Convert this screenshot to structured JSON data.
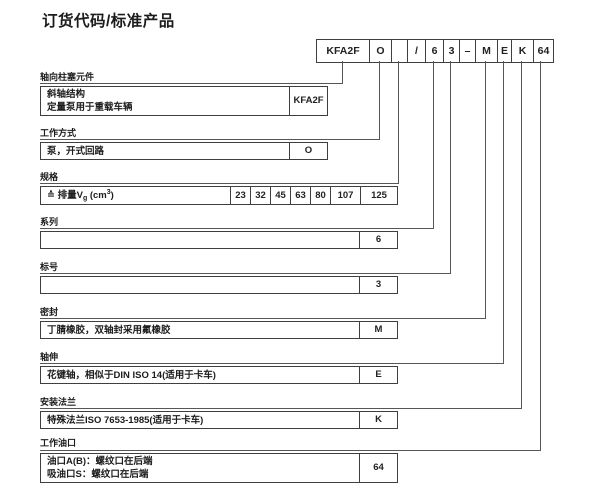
{
  "title": "订货代码/标准产品",
  "code_bar": {
    "cells": [
      "KFA2F",
      "O",
      "",
      "/",
      "6",
      "3",
      "–",
      "M",
      "E",
      "K",
      "64"
    ]
  },
  "sections": [
    {
      "label": "轴向柱塞元件",
      "desc_lines": [
        "斜轴结构",
        "定量泵用于重载车辆"
      ],
      "code": "KFA2F"
    },
    {
      "label": "工作方式",
      "desc_lines": [
        "泵，开式回路"
      ],
      "code": "O"
    },
    {
      "label": "规格",
      "size_label": {
        "pre": "≙ 排量V",
        "sub": "g",
        "mid": " (cm",
        "sup": "3",
        "post": ")"
      },
      "sizes": [
        "23",
        "32",
        "45",
        "63",
        "80",
        "107",
        "125"
      ]
    },
    {
      "label": "系列",
      "desc_lines": [],
      "code": "6"
    },
    {
      "label": "标号",
      "desc_lines": [],
      "code": "3"
    },
    {
      "label": "密封",
      "desc_lines": [
        "丁腈橡胶，双轴封采用氟橡胶"
      ],
      "code": "M"
    },
    {
      "label": "轴伸",
      "desc_lines": [
        "花键轴，相似于DIN ISO 14(适用于卡车)"
      ],
      "code": "E"
    },
    {
      "label": "安装法兰",
      "desc_lines": [
        "特殊法兰ISO 7653-1985(适用于卡车)"
      ],
      "code": "K"
    },
    {
      "label": "工作油口",
      "desc_lines": [
        "油口A(B)：螺纹口在后端",
        "吸油口S：螺纹口在后端"
      ],
      "code": "64"
    }
  ]
}
